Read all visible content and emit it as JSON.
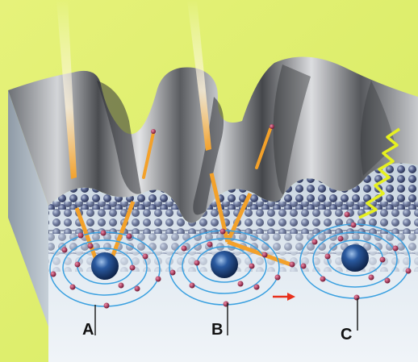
{
  "labels": {
    "a": "A",
    "b": "B",
    "c": "C"
  },
  "colors": {
    "background": "#dff06a",
    "surface_dark": "#3a3c40",
    "surface_light": "#d8d9db",
    "lattice_front": "#d9e4ef",
    "atom_core": "#1c3f78",
    "electron": "#8a1a3c",
    "orbit": "#3aa0e0",
    "ion_beam": "#f3a12a",
    "photon": "#e6f020",
    "arrow": "#e8301c"
  }
}
